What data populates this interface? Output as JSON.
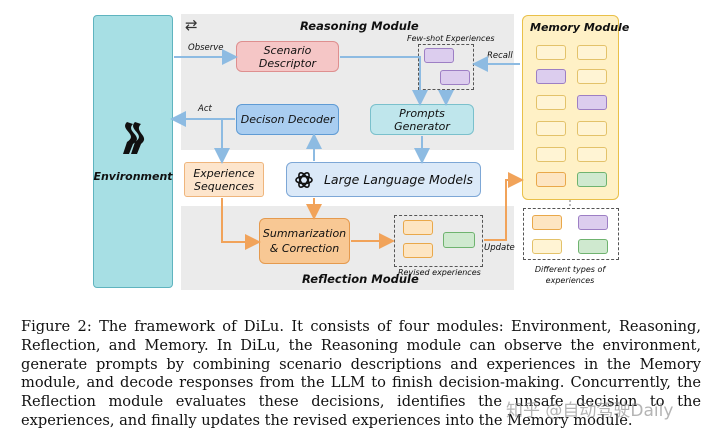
{
  "figure": {
    "reasoning_module_label": "Reasoning Module",
    "reflection_module_label": "Reflection Module",
    "memory_module_label": "Memory Module",
    "environment_label": "Environment",
    "scenario_descriptor": "Scenario Descriptor",
    "decision_decoder": "Decison Decoder",
    "prompts_generator": "Prompts Generator",
    "llm": "Large Language Models",
    "experience_sequences": "Experience Sequences",
    "summarization_correction": "Summarization & Correction",
    "few_shot_label": "Few-shot Experiences",
    "revised_experiences_label": "Revised experiences",
    "different_types_label": "Different types of experiences",
    "edge_observe": "Observe",
    "edge_act": "Act",
    "edge_recall": "Recall",
    "edge_update": "Update",
    "colors": {
      "environment": "#a7dfe4",
      "scenario": "#f5c6c6",
      "decoder": "#a9cdf0",
      "prompts": "#bfe6ec",
      "llm": "#dbe9f8",
      "experience": "#fde5cc",
      "summarization": "#f8c894",
      "memory": "#fff1c6",
      "arrow_blue": "#8dbbe2",
      "arrow_orange": "#f1a35a"
    }
  },
  "caption": {
    "text": "Figure 2: The framework of DiLu. It consists of four modules: Environment, Reasoning, Reflection, and Memory. In DiLu, the Reasoning module can observe the environment, generate prompts by combining scenario descriptions and experiences in the Memory module, and decode responses from the LLM to finish decision-making. Concurrently, the Reflection module evaluates these decisions, identifies the unsafe decision to the experiences, and finally updates the revised experiences into the Memory module."
  },
  "watermark": "知乎 @自动驾驶Daily"
}
